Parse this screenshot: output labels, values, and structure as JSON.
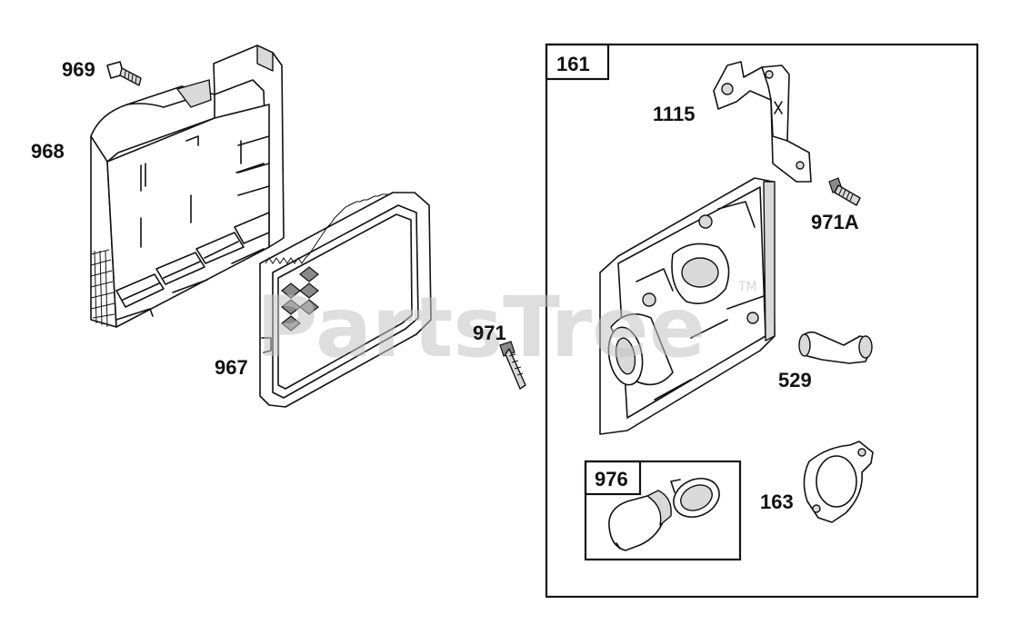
{
  "watermark": {
    "text": "PartsTree",
    "tm": "TM"
  },
  "parts": {
    "p969": "969",
    "p968": "968",
    "p967": "967",
    "p971": "971",
    "p161": "161",
    "p1115": "1115",
    "p971a": "971A",
    "p529": "529",
    "p976": "976",
    "p163": "163"
  }
}
